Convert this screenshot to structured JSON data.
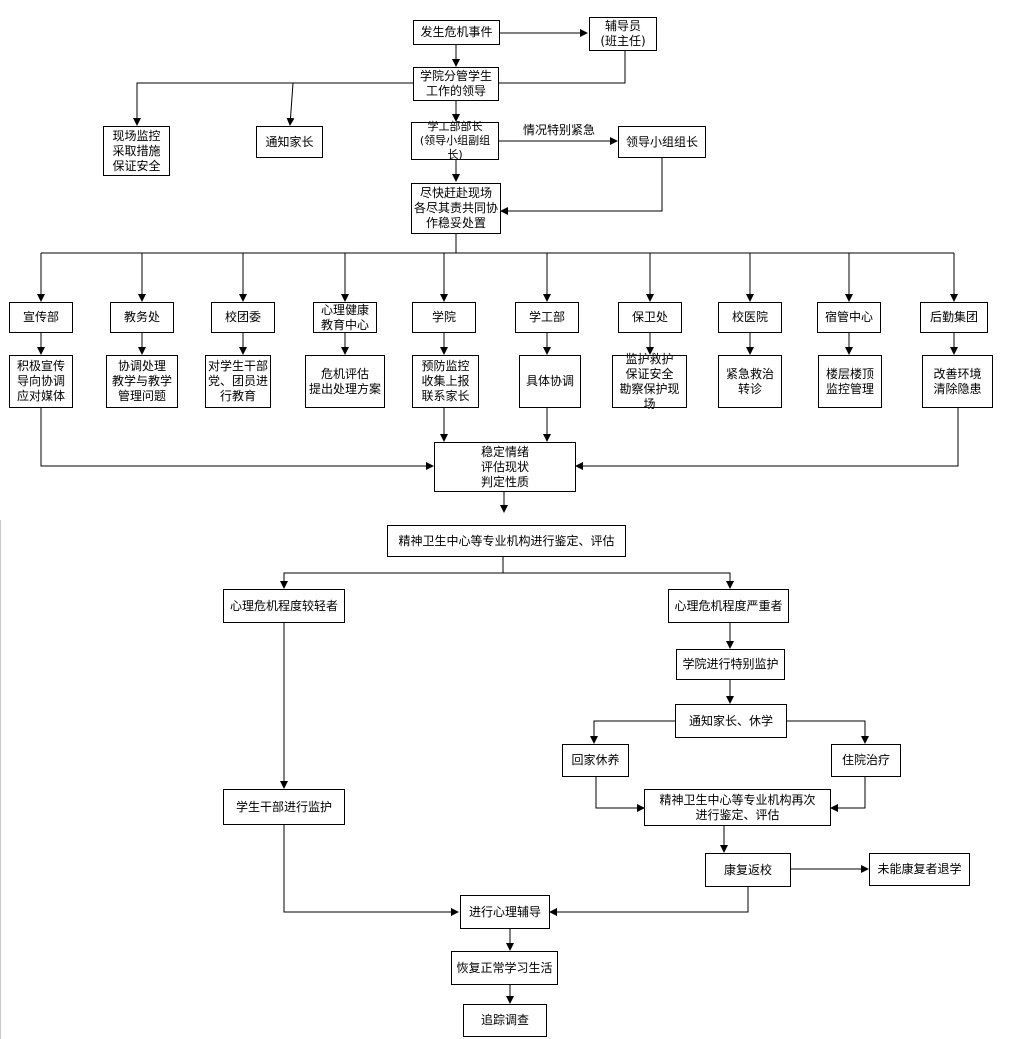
{
  "nodes": {
    "start": "发生危机事件",
    "counselor": "辅导员\n(班主任)",
    "college_leader": "学院分管学生\n工作的领导",
    "onsite_monitor": "现场监控\n采取措施\n保证安全",
    "notify_parents": "通知家长",
    "minister": "学工部部长\n(领导小组副组长)",
    "group_leader": "领导小组组长",
    "rush_scene": "尽快赶赴现场\n各尽其责共同协\n作稳妥处置",
    "dept_publicity": "宣传部",
    "dept_academic": "教务处",
    "dept_youth": "校团委",
    "dept_mental": "心理健康\n教育中心",
    "dept_college": "学院",
    "dept_student": "学工部",
    "dept_security": "保卫处",
    "dept_hospital": "校医院",
    "dept_dorm": "宿管中心",
    "dept_logistics": "后勤集团",
    "task_publicity": "积极宣传\n导向协调\n应对媒体",
    "task_academic": "协调处理\n教学与教学\n管理问题",
    "task_youth": "对学生干部\n党、团员进\n行教育",
    "task_mental": "危机评估\n提出处理方案",
    "task_college": "预防监控\n收集上报\n联系家长",
    "task_student": "具体协调",
    "task_security": "监护救护\n保证安全\n勘察保护现场",
    "task_hospital": "紧急救治\n转诊",
    "task_dorm": "楼层楼顶\n监控管理",
    "task_logistics": "改善环境\n清除隐患",
    "stabilize": "稳定情绪\n评估现状\n判定性质",
    "assess": "精神卫生中心等专业机构进行鉴定、评估",
    "mild": "心理危机程度较轻者",
    "severe": "心理危机程度严重者",
    "special_monitor": "学院进行特别监护",
    "notify_leave": "通知家长、休学",
    "home_rest": "回家休养",
    "hospital_stay": "住院治疗",
    "reassess": "精神卫生中心等专业机构再次\n进行鉴定、评估",
    "recover_return": "康复返校",
    "withdraw": "未能康复者退学",
    "cadre_monitor": "学生干部进行监护",
    "counseling": "进行心理辅导",
    "resume": "恢复正常学习生活",
    "follow_up": "追踪调查"
  },
  "labels": {
    "urgent": "情况特别紧急"
  },
  "colors": {
    "line": "#000000",
    "box_border": "#000000",
    "background": "#ffffff"
  }
}
